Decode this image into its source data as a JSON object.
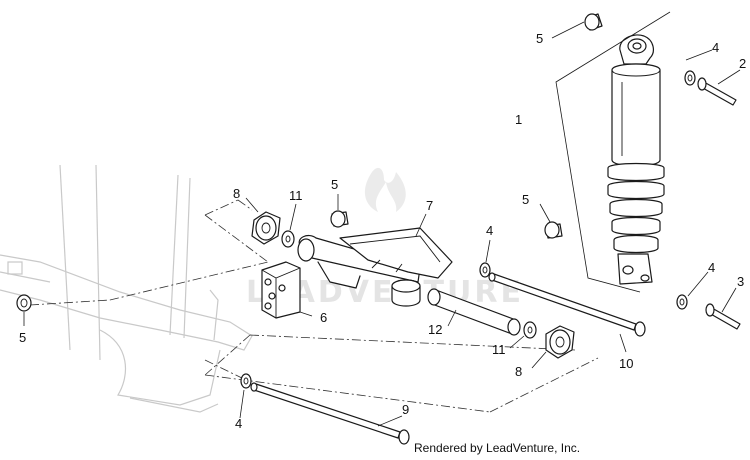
{
  "callouts": {
    "c1": "1",
    "c2": "2",
    "c3": "3",
    "c4a": "4",
    "c4b": "4",
    "c4c": "4",
    "c4d": "4",
    "c5a": "5",
    "c5b": "5",
    "c5c": "5",
    "c5d": "5",
    "c6": "6",
    "c7": "7",
    "c8a": "8",
    "c8b": "8",
    "c9": "9",
    "c10": "10",
    "c11a": "11",
    "c11b": "11",
    "c12": "12"
  },
  "watermark": "LEADVENTURE",
  "footer": "Rendered by LeadVenture, Inc.",
  "colors": {
    "ink": "#1a1a1a",
    "watermark": "#e4e4e4",
    "background": "#ffffff"
  }
}
